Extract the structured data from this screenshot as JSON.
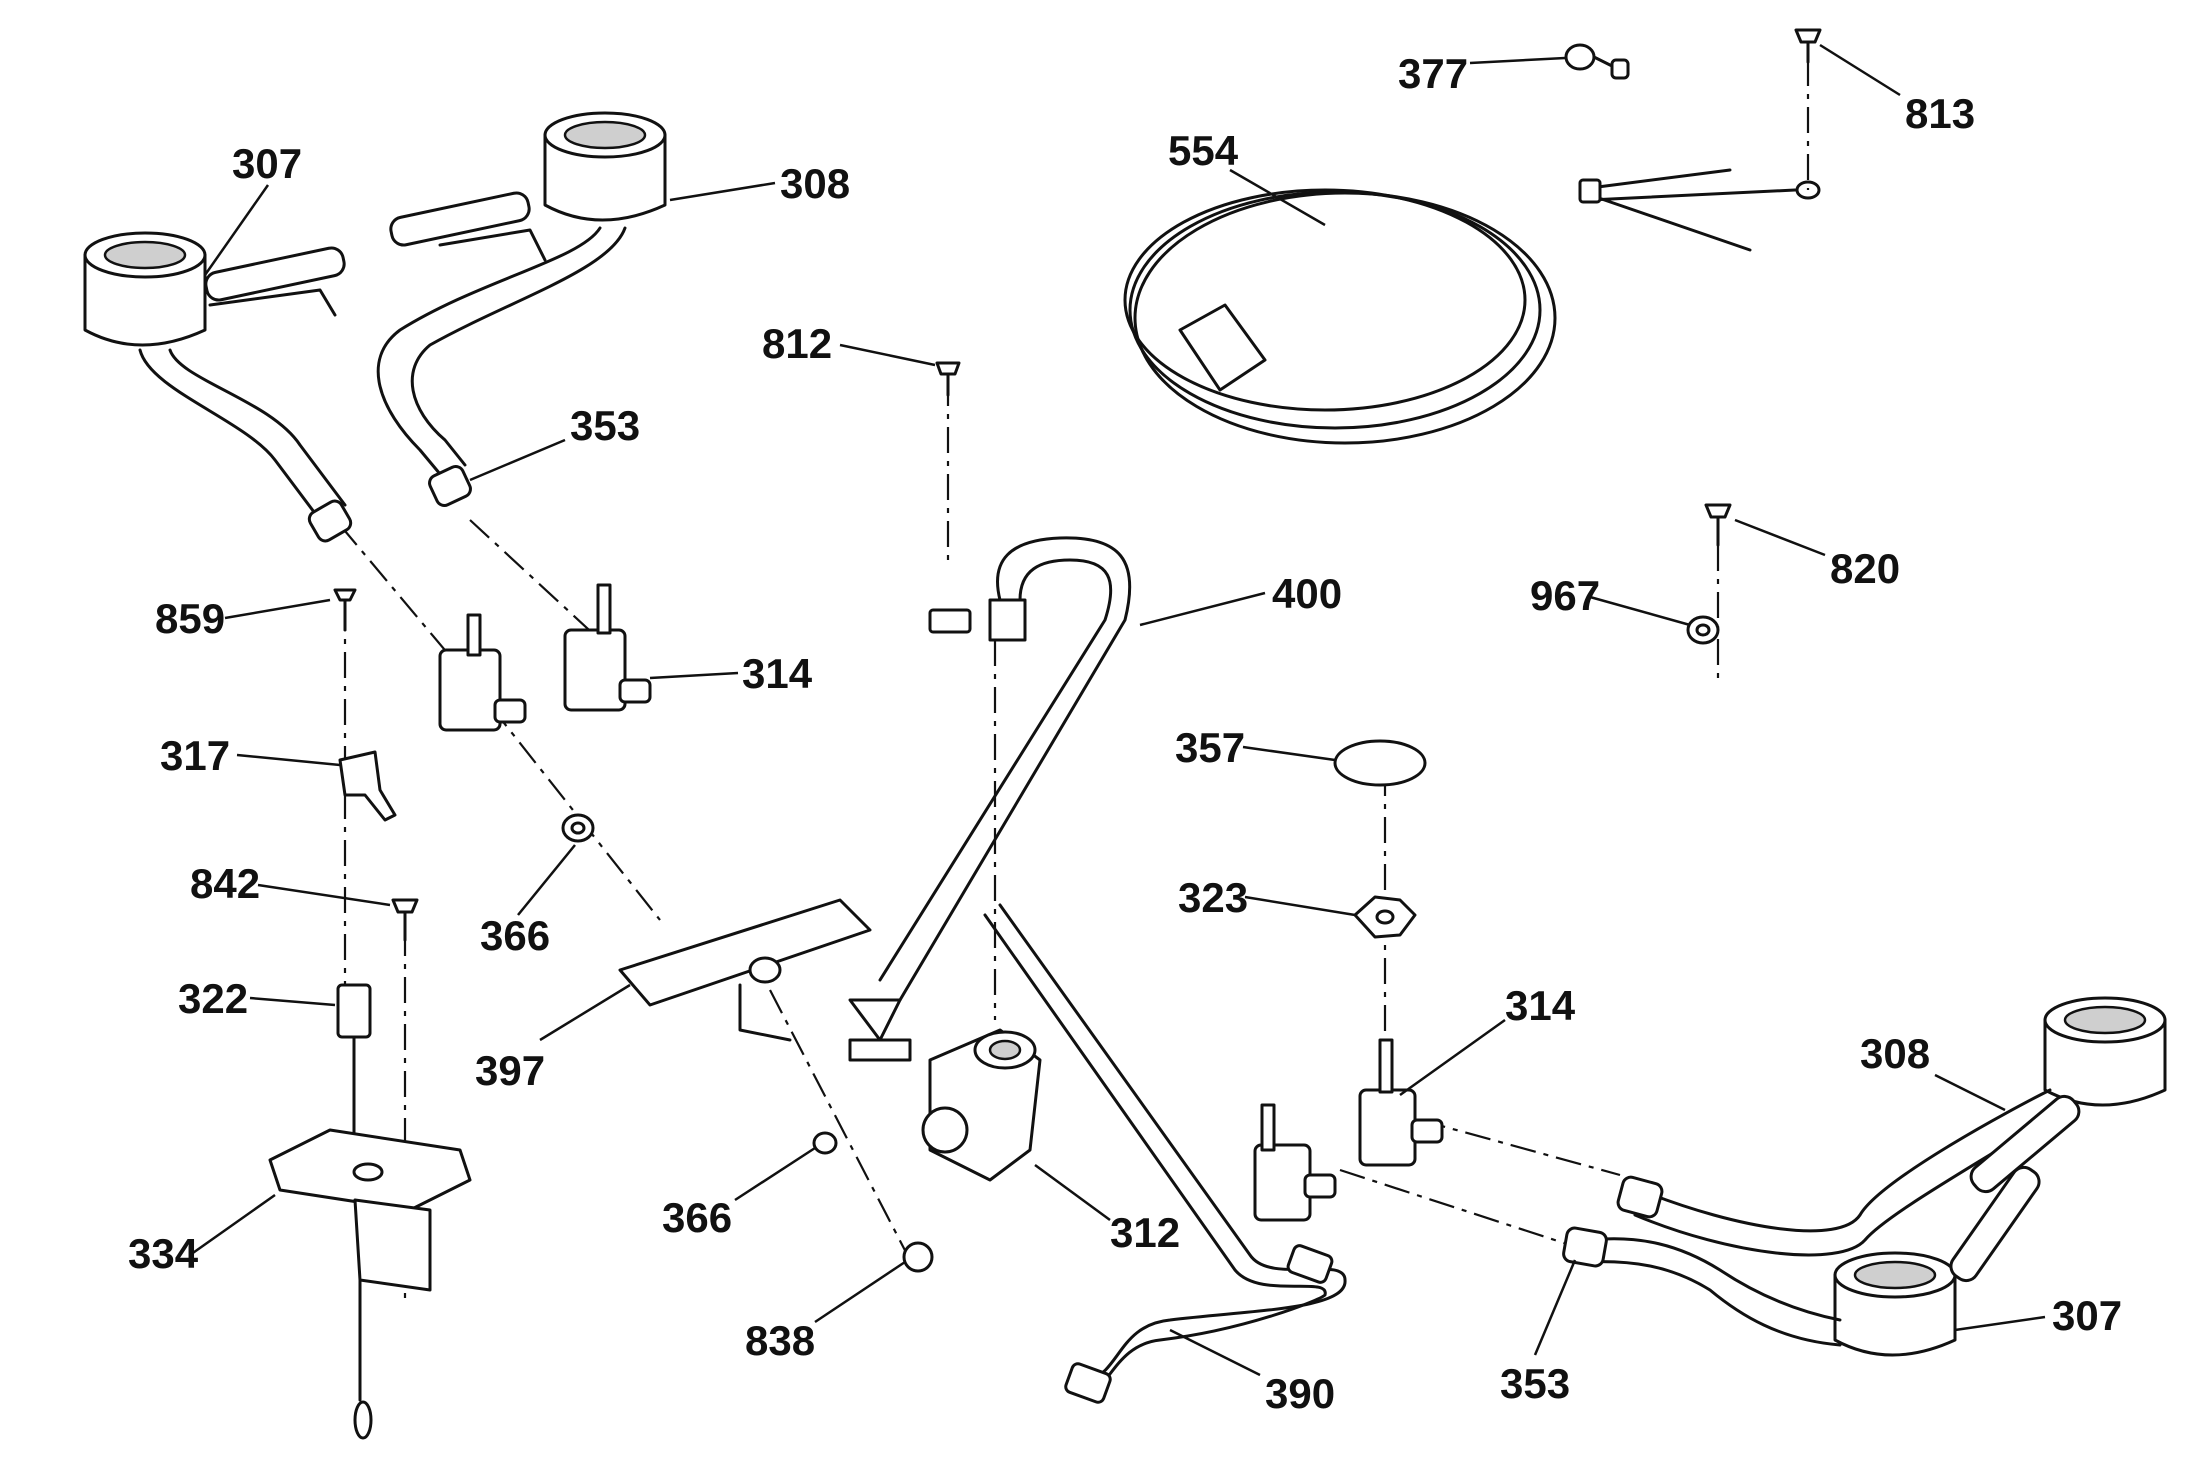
{
  "labels": {
    "l307a": "307",
    "l308a": "308",
    "l353a": "353",
    "l859": "859",
    "l317": "317",
    "l842": "842",
    "l322": "322",
    "l334": "334",
    "l314a": "314",
    "l366a": "366",
    "l397": "397",
    "l812": "812",
    "l400": "400",
    "l366b": "366",
    "l838": "838",
    "l312": "312",
    "l390": "390",
    "l377": "377",
    "l813": "813",
    "l554": "554",
    "l820": "820",
    "l967": "967",
    "l357": "357",
    "l323": "323",
    "l314b": "314",
    "l308b": "308",
    "l307b": "307",
    "l353b": "353"
  }
}
